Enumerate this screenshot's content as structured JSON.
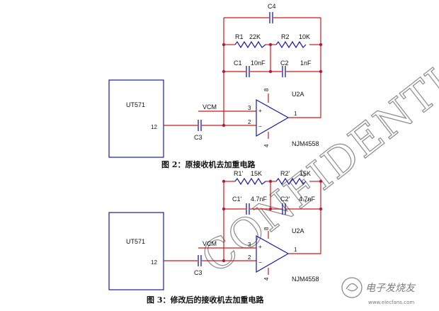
{
  "watermark": {
    "text": "CONFIDENTIAL",
    "logo_text": "电子发烧友",
    "logo_url": "www.elecfans.com"
  },
  "circuit1": {
    "block_label": "UT571",
    "pin12": "12",
    "vcm": "VCM",
    "pin3": "3",
    "pin2": "2",
    "pin1": "1",
    "pin8": "8",
    "pin4": "4",
    "plus": "+",
    "minus": "−",
    "c3": "C3",
    "c4": "C4",
    "r1_name": "R1",
    "r1_value": "22K",
    "r2_name": "R2",
    "r2_value": "10K",
    "c1_name": "C1",
    "c1_value": "10nF",
    "c2_name": "C2",
    "c2_value": "1nF",
    "u2a": "U2A",
    "part": "NJM4558",
    "caption": "图 2：原接收机去加重电路"
  },
  "circuit2": {
    "block_label": "UT571",
    "pin12": "12",
    "vcm": "VCM",
    "pin3": "3",
    "pin2": "2",
    "pin1": "1",
    "pin8": "8",
    "pin4": "4",
    "plus": "+",
    "minus": "−",
    "c3": "C3",
    "r1_name": "R1'",
    "r1_value": "15K",
    "r2_name": "R2'",
    "r2_value": "15K",
    "c1_name": "C1'",
    "c1_value": "4.7nF",
    "c2_name": "C2'",
    "c2_value": "4.7nF",
    "u2a": "U2A",
    "part": "NJM4558",
    "caption": "图 3：修改后的接收机去加重电路"
  },
  "colors": {
    "wire": "#cc1a1a",
    "component": "#1a1aa0",
    "junction": "#b01c4a"
  }
}
